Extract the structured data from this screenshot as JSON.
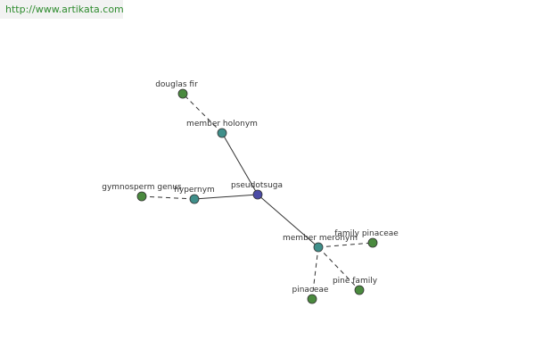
{
  "header": {
    "url": "http://www.artikata.com"
  },
  "colors": {
    "center": "#4b4ba6",
    "relation": "#3f8f8a",
    "leaf": "#4a8a3e",
    "url_text": "#2e8b2e"
  },
  "graph": {
    "nodes": [
      {
        "id": "pseudotsuga",
        "label": "pseudotsuga",
        "kind": "center"
      },
      {
        "id": "member-holonym",
        "label": "member holonym",
        "kind": "relation"
      },
      {
        "id": "douglas-fir",
        "label": "douglas fir",
        "kind": "leaf"
      },
      {
        "id": "hypernym",
        "label": "hypernym",
        "kind": "relation"
      },
      {
        "id": "gymnosperm-genus",
        "label": "gymnosperm genus",
        "kind": "leaf"
      },
      {
        "id": "member-meronym",
        "label": "member meronym",
        "kind": "relation"
      },
      {
        "id": "family-pinaceae",
        "label": "family pinaceae",
        "kind": "leaf"
      },
      {
        "id": "pine-family",
        "label": "pine family",
        "kind": "leaf"
      },
      {
        "id": "pinaceae",
        "label": "pinaceae",
        "kind": "leaf"
      }
    ],
    "edges": [
      {
        "from": "pseudotsuga",
        "to": "member-holonym",
        "style": "solid"
      },
      {
        "from": "pseudotsuga",
        "to": "hypernym",
        "style": "solid"
      },
      {
        "from": "pseudotsuga",
        "to": "member-meronym",
        "style": "solid"
      },
      {
        "from": "member-holonym",
        "to": "douglas-fir",
        "style": "dashed"
      },
      {
        "from": "hypernym",
        "to": "gymnosperm-genus",
        "style": "dashed"
      },
      {
        "from": "member-meronym",
        "to": "family-pinaceae",
        "style": "dashed"
      },
      {
        "from": "member-meronym",
        "to": "pine-family",
        "style": "dashed"
      },
      {
        "from": "member-meronym",
        "to": "pinaceae",
        "style": "dashed"
      }
    ]
  }
}
